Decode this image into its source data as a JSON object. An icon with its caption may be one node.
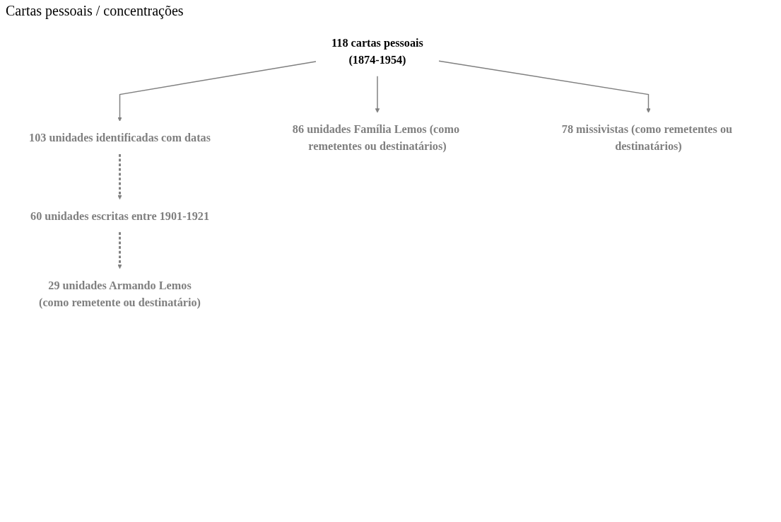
{
  "diagram": {
    "title": "Cartas pessoais / concentrações",
    "nodes": [
      {
        "text": [
          "118 cartas pessoais",
          "(1874-1954)"
        ]
      },
      {
        "text": [
          "103 unidades identificadas com datas"
        ]
      },
      {
        "text": [
          "86 unidades Família Lemos (como remetentes ou destinatários)"
        ]
      },
      {
        "text": [
          "78 missivistas (como remetentes ou destinatários)"
        ]
      },
      {
        "text": [
          "60 unidades escritas entre 1901-1921"
        ]
      },
      {
        "text": [
          "29 unidades Armando Lemos",
          "(como remetente ou destinatário)"
        ]
      }
    ],
    "edges": [
      {
        "from": 0,
        "to": 1,
        "arrow": "to"
      },
      {
        "from": 0,
        "to": 2,
        "arrow": "to"
      },
      {
        "from": 0,
        "to": 3,
        "arrow": "to"
      },
      {
        "from": 1,
        "to": 4,
        "arrow": "to",
        "style": "dashed"
      },
      {
        "from": 4,
        "to": 5,
        "arrow": "to",
        "style": "dashed"
      }
    ]
  }
}
